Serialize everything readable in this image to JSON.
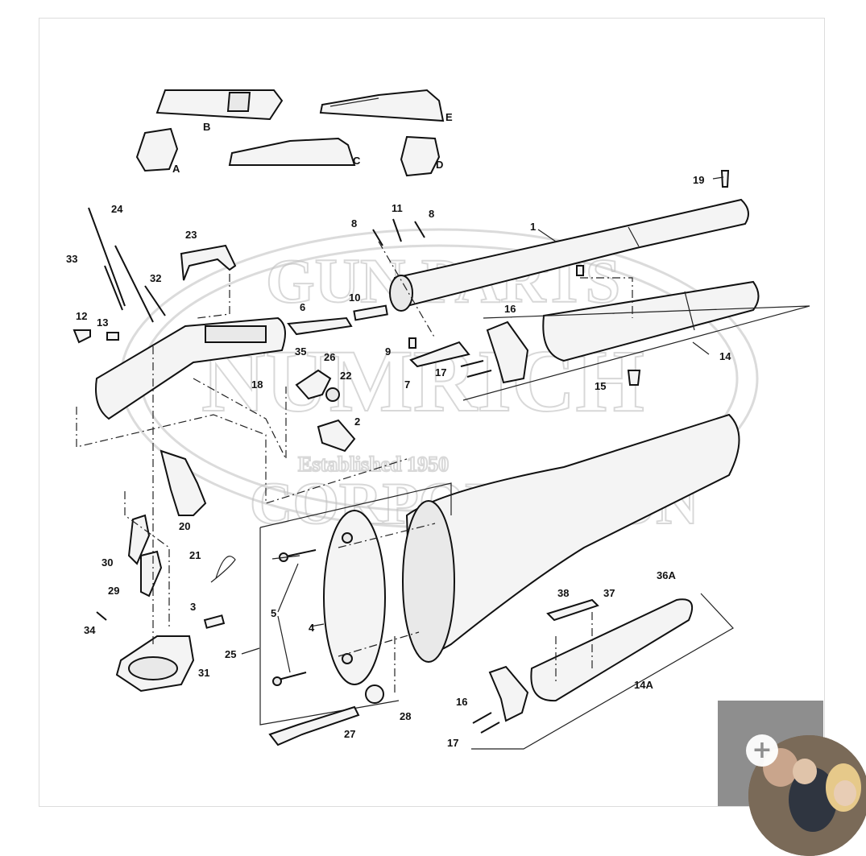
{
  "diagram": {
    "watermark": {
      "line1": "GUN PARTS",
      "line2": "NUMRICH",
      "line3": "CORPORATION",
      "established": "Established 1950"
    },
    "labels": {
      "A": "A",
      "B": "B",
      "C": "C",
      "D": "D",
      "E": "E",
      "p1": "1",
      "p2": "2",
      "p3": "3",
      "p4": "4",
      "p5": "5",
      "p6": "6",
      "p7": "7",
      "p8a": "8",
      "p8b": "8",
      "p9": "9",
      "p10": "10",
      "p11": "11",
      "p12": "12",
      "p13": "13",
      "p14": "14",
      "p14A": "14A",
      "p15": "15",
      "p16a": "16",
      "p16b": "16",
      "p17a": "17",
      "p17b": "17",
      "p18": "18",
      "p19": "19",
      "p20": "20",
      "p21": "21",
      "p22": "22",
      "p23": "23",
      "p24": "24",
      "p25": "25",
      "p26": "26",
      "p27": "27",
      "p28": "28",
      "p29": "29",
      "p30": "30",
      "p31": "31",
      "p32": "32",
      "p33": "33",
      "p34": "34",
      "p35": "35",
      "p36A": "36A",
      "p37": "37",
      "p38": "38"
    }
  },
  "overlay": {
    "zoom_icon": "zoom-in-icon",
    "zoom_glyph": "+",
    "avatar": "user-avatar"
  },
  "colors": {
    "frame_border": "#dcdcdc",
    "zoom_bg": "#8e8e8e",
    "ink": "#111111"
  }
}
